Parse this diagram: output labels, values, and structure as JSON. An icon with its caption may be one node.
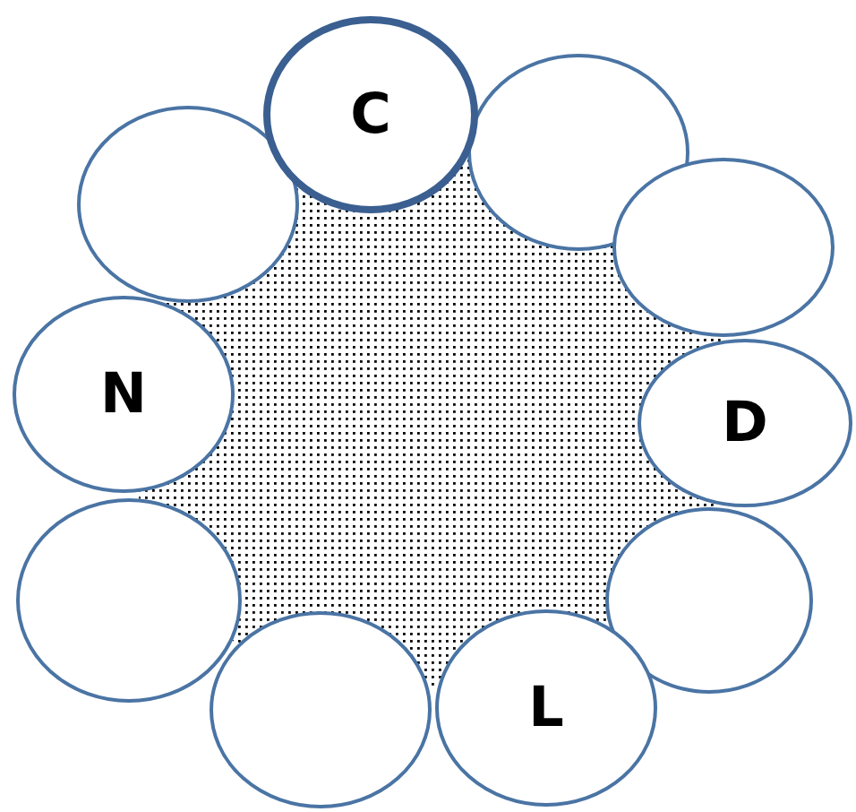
{
  "diagram": {
    "nodes": [
      {
        "text": [
          "C"
        ]
      },
      {
        "text": [],
        "shape": "circle"
      },
      {
        "text": [],
        "shape": "circle"
      },
      {
        "text": [],
        "shape": "circle"
      },
      {
        "text": [
          "N"
        ]
      },
      {
        "text": [
          "D"
        ]
      },
      {
        "text": [],
        "shape": "circle"
      },
      {
        "text": [],
        "shape": "circle"
      },
      {
        "text": [
          "L"
        ]
      },
      {
        "text": [],
        "shape": "circle"
      }
    ]
  }
}
